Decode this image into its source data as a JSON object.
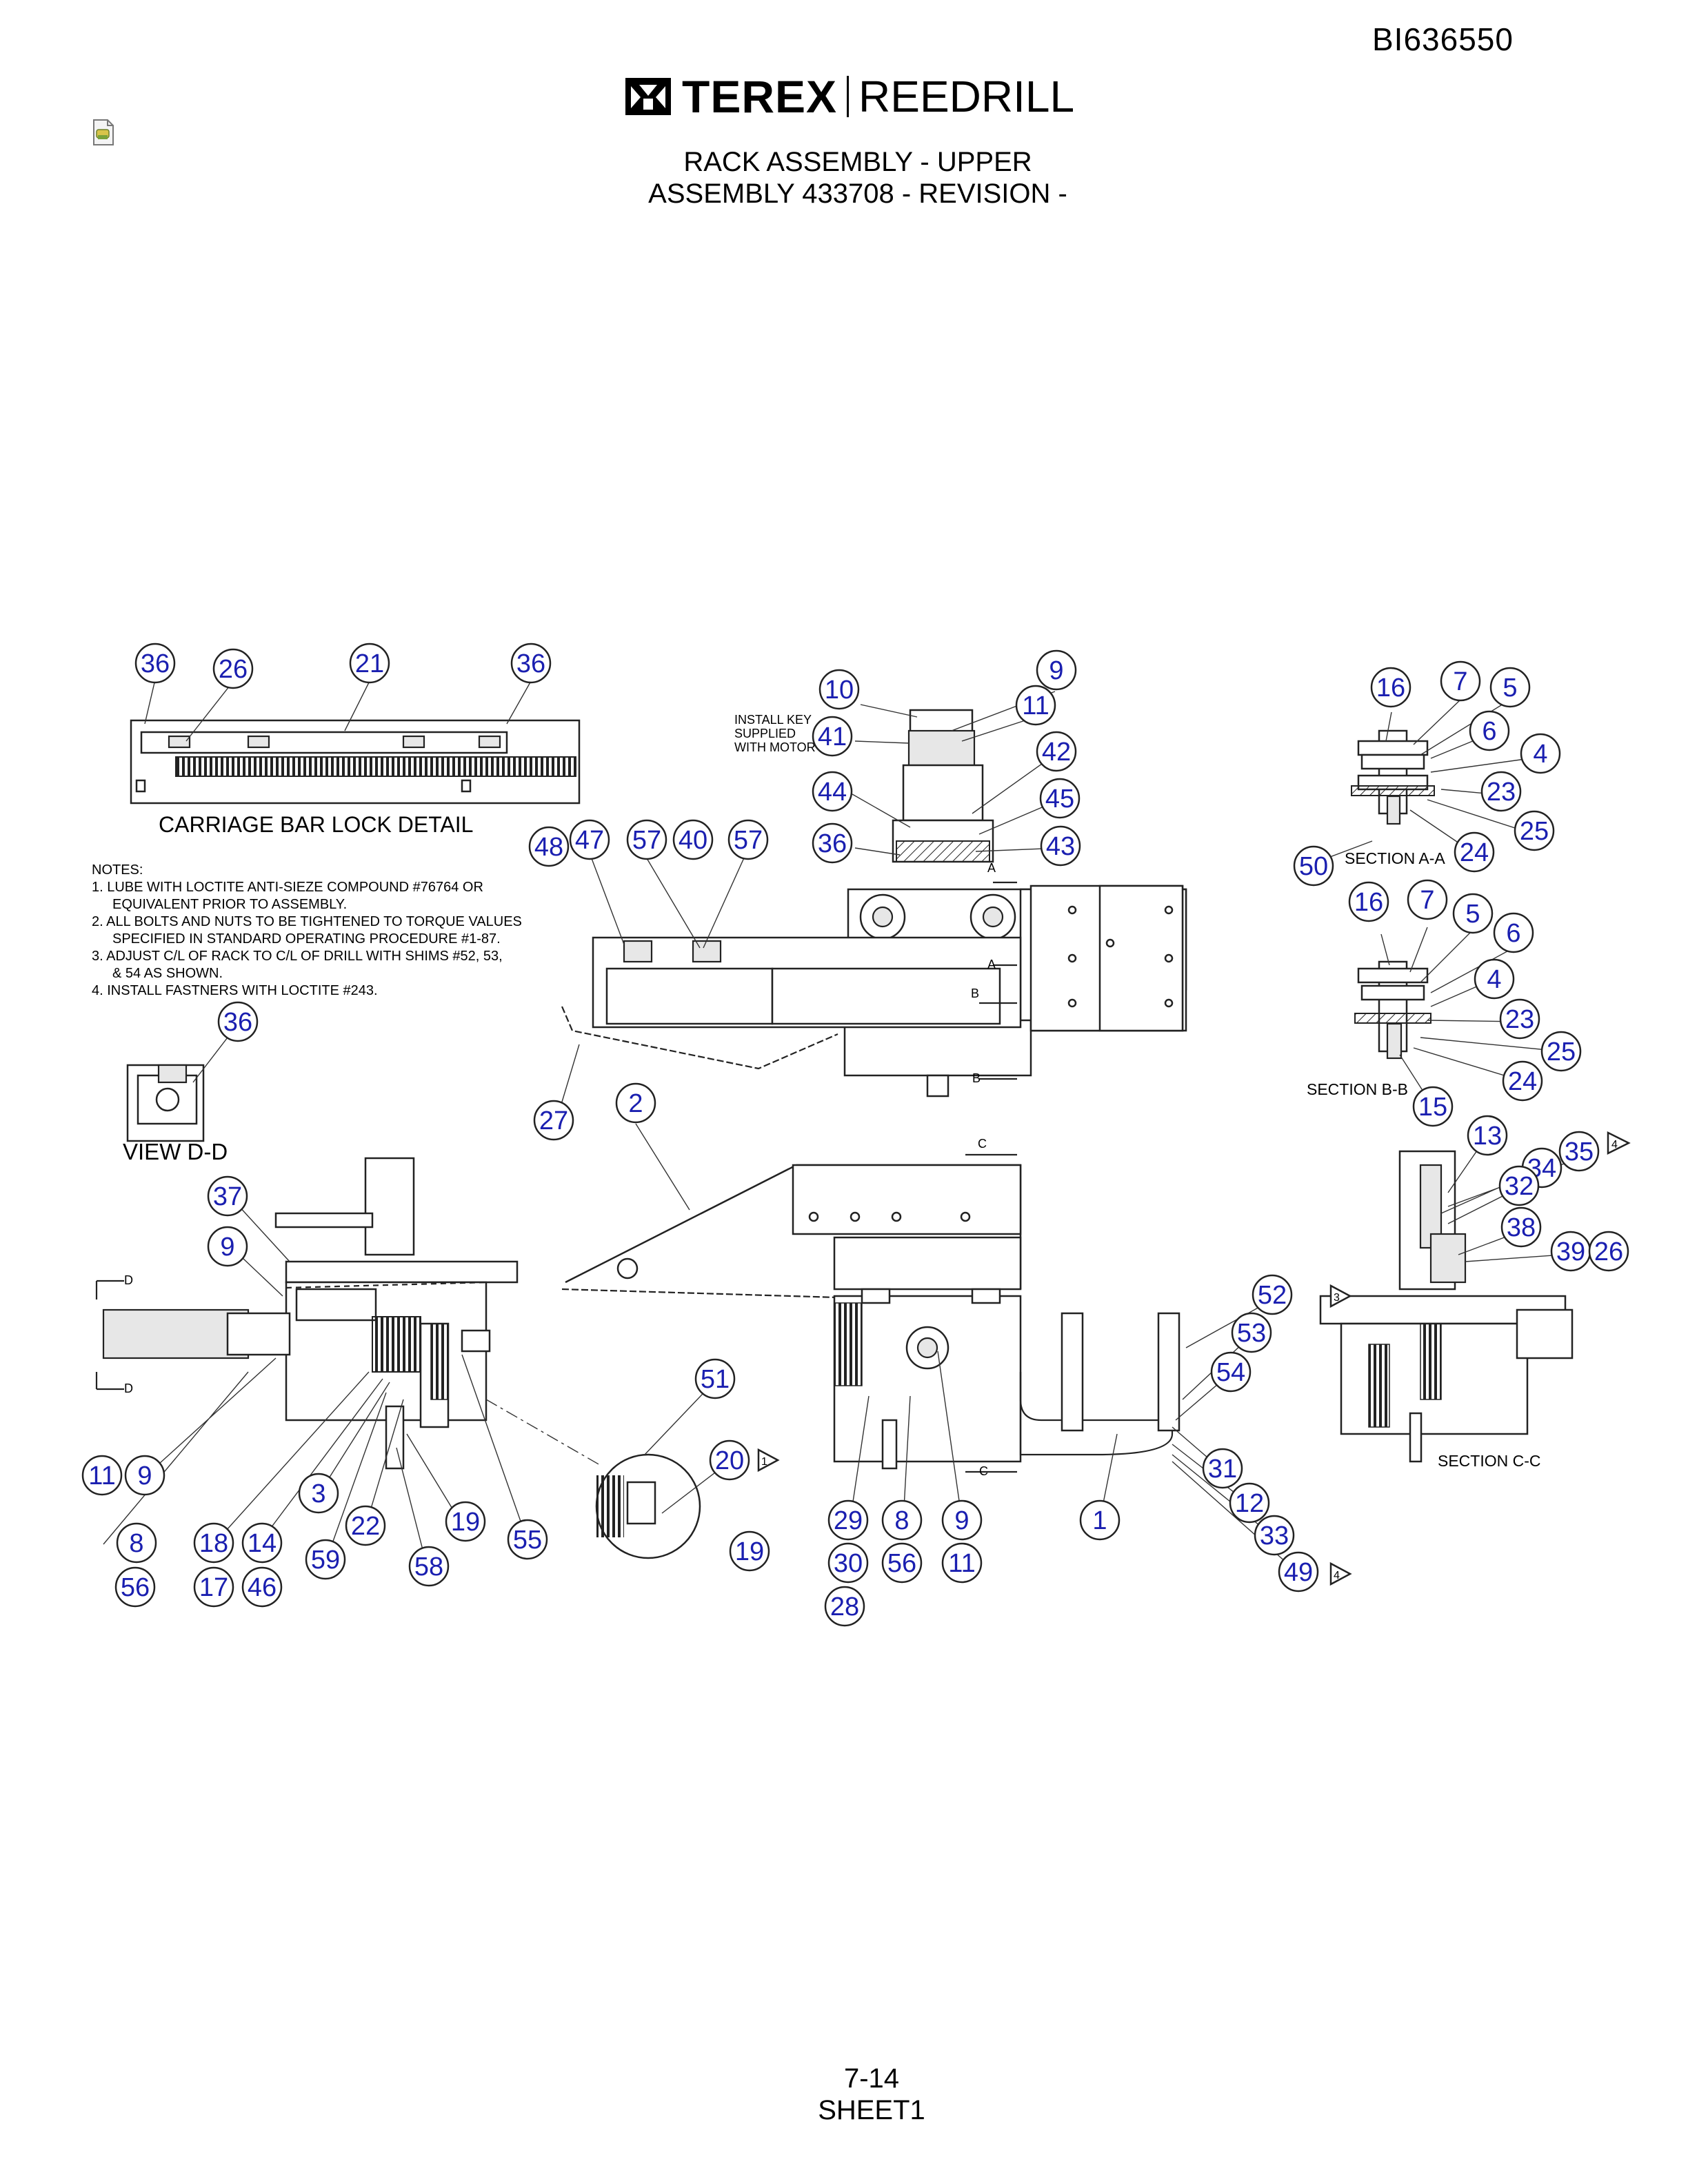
{
  "doc_id": "BI636550",
  "brand": {
    "name": "TEREX",
    "product": "REEDRILL"
  },
  "title": {
    "line1": "RACK ASSEMBLY - UPPER",
    "line2": "ASSEMBLY 433708 - REVISION -"
  },
  "notes": {
    "heading": "NOTES:",
    "n1a": "1.  LUBE WITH LOCTITE ANTI-SIEZE COMPOUND #76764 OR",
    "n1b": "EQUIVALENT PRIOR TO ASSEMBLY.",
    "n2a": "2.  ALL BOLTS AND NUTS TO BE TIGHTENED TO TORQUE VALUES",
    "n2b": "SPECIFIED IN STANDARD OPERATING PROCEDURE #1-87.",
    "n3a": "3.  ADJUST C/L OF RACK TO C/L OF DRILL WITH SHIMS #52, 53,",
    "n3b": "& 54 AS SHOWN.",
    "n4": "4.  INSTALL FASTNERS WITH LOCTITE #243."
  },
  "labels": {
    "carriage_detail": "CARRIAGE BAR LOCK DETAIL",
    "view_dd": "VIEW D-D",
    "section_aa": "SECTION A-A",
    "section_bb": "SECTION B-B",
    "section_cc": "SECTION C-C",
    "install_key_1": "INSTALL KEY",
    "install_key_2": "SUPPLIED",
    "install_key_3": "WITH MOTOR",
    "cut_a": "A",
    "cut_b": "B",
    "cut_c": "C",
    "cut_d": "D",
    "note_flag_1": "1",
    "note_flag_3": "3",
    "note_flag_4": "4"
  },
  "balloons": [
    {
      "n": "36"
    },
    {
      "n": "26"
    },
    {
      "n": "21"
    },
    {
      "n": "36"
    },
    {
      "n": "10"
    },
    {
      "n": "9"
    },
    {
      "n": "11"
    },
    {
      "n": "41"
    },
    {
      "n": "42"
    },
    {
      "n": "44"
    },
    {
      "n": "45"
    },
    {
      "n": "36"
    },
    {
      "n": "43"
    },
    {
      "n": "48"
    },
    {
      "n": "47"
    },
    {
      "n": "57"
    },
    {
      "n": "40"
    },
    {
      "n": "57"
    },
    {
      "n": "16"
    },
    {
      "n": "7"
    },
    {
      "n": "5"
    },
    {
      "n": "6"
    },
    {
      "n": "4"
    },
    {
      "n": "23"
    },
    {
      "n": "25"
    },
    {
      "n": "24"
    },
    {
      "n": "50"
    },
    {
      "n": "16"
    },
    {
      "n": "7"
    },
    {
      "n": "5"
    },
    {
      "n": "6"
    },
    {
      "n": "4"
    },
    {
      "n": "23"
    },
    {
      "n": "25"
    },
    {
      "n": "24"
    },
    {
      "n": "15"
    },
    {
      "n": "36"
    },
    {
      "n": "27"
    },
    {
      "n": "2"
    },
    {
      "n": "13"
    },
    {
      "n": "35"
    },
    {
      "n": "34"
    },
    {
      "n": "32"
    },
    {
      "n": "38"
    },
    {
      "n": "39"
    },
    {
      "n": "26"
    },
    {
      "n": "37"
    },
    {
      "n": "9"
    },
    {
      "n": "52"
    },
    {
      "n": "53"
    },
    {
      "n": "54"
    },
    {
      "n": "51"
    },
    {
      "n": "20"
    },
    {
      "n": "31"
    },
    {
      "n": "12"
    },
    {
      "n": "33"
    },
    {
      "n": "49"
    },
    {
      "n": "11"
    },
    {
      "n": "9"
    },
    {
      "n": "3"
    },
    {
      "n": "19"
    },
    {
      "n": "55"
    },
    {
      "n": "8"
    },
    {
      "n": "18"
    },
    {
      "n": "14"
    },
    {
      "n": "22"
    },
    {
      "n": "59"
    },
    {
      "n": "58"
    },
    {
      "n": "19"
    },
    {
      "n": "56"
    },
    {
      "n": "17"
    },
    {
      "n": "46"
    },
    {
      "n": "29"
    },
    {
      "n": "8"
    },
    {
      "n": "9"
    },
    {
      "n": "1"
    },
    {
      "n": "30"
    },
    {
      "n": "56"
    },
    {
      "n": "11"
    },
    {
      "n": "28"
    }
  ],
  "footer": {
    "page": "7-14",
    "sheet": "SHEET1"
  },
  "colors": {
    "balloon_text": "#1a1fb0",
    "line": "#222222"
  }
}
